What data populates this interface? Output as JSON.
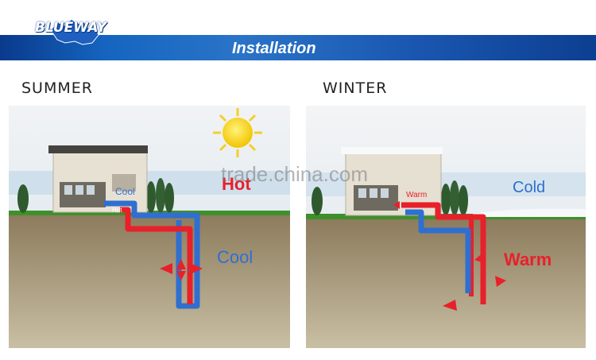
{
  "brand": {
    "name": "BLUEWAY"
  },
  "banner": {
    "title": "Installation"
  },
  "summer": {
    "heading": "SUMMER",
    "air_label": "Hot",
    "house_label": "Cool",
    "ground_label": "Cool",
    "hot_label": "Hot"
  },
  "winter": {
    "heading": "WINTER",
    "air_label": "Cold",
    "house_label": "Warm",
    "ground_label": "Warm"
  },
  "watermark": "trade.china.com",
  "colors": {
    "brand_blue": "#1565c0",
    "pipe_red": "#e8202a",
    "pipe_blue": "#2f6fd0",
    "ground": "#8a7a5c",
    "grass": "#3f8f2b"
  }
}
